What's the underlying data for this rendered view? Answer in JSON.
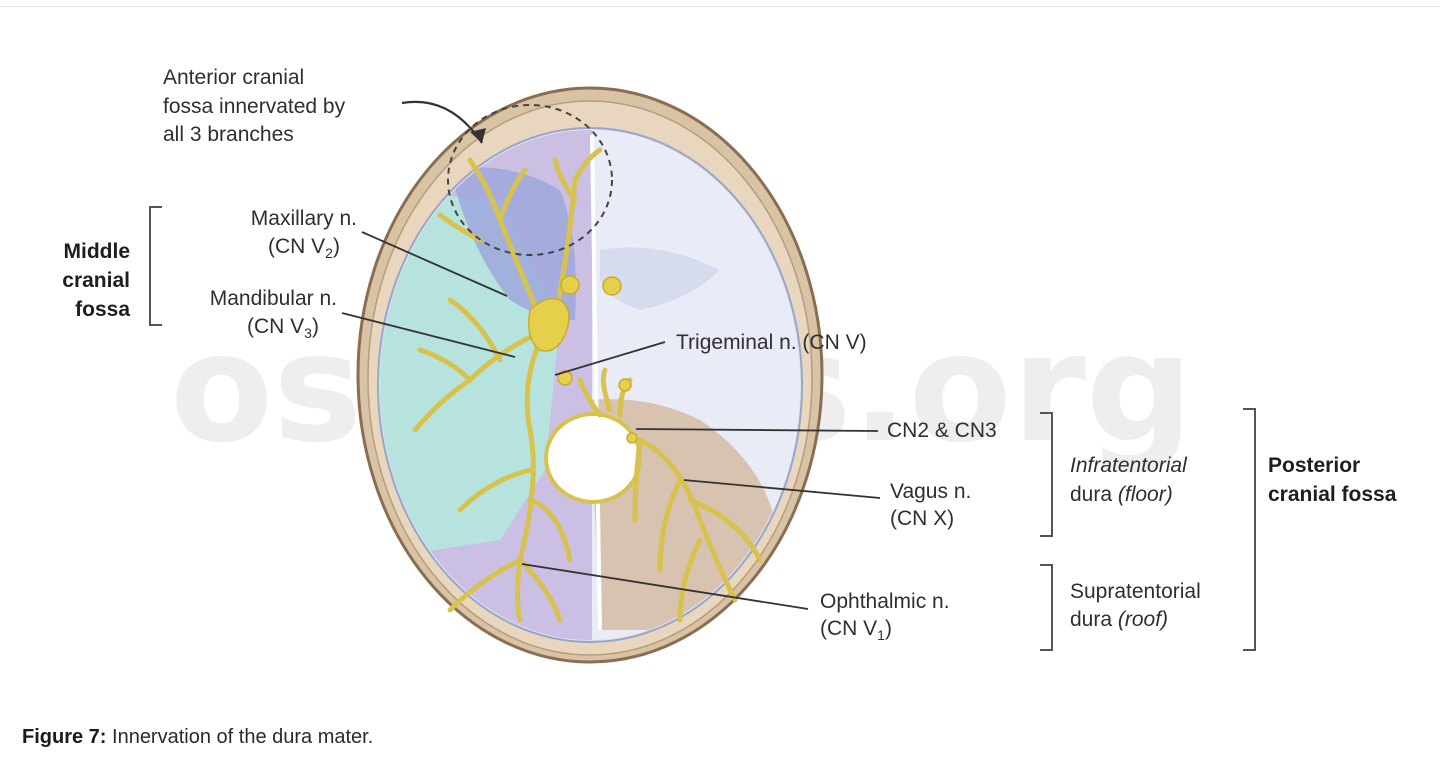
{
  "watermark": "osmosis.org",
  "labels": {
    "anterior_l1": "Anterior cranial",
    "anterior_l2": "fossa innervated by",
    "anterior_l3": "all 3 branches",
    "maxillary_l1": "Maxillary n.",
    "maxillary_l2": "(CN V",
    "maxillary_sub": "2",
    "mandibular_l1": "Mandibular n.",
    "mandibular_l2": "(CN V",
    "mandibular_sub": "3",
    "trigeminal": "Trigeminal n. (CN V)",
    "cn23": "CN2 & CN3",
    "vagus_l1": "Vagus n.",
    "vagus_l2": "(CN X)",
    "ophthalmic_l1": "Ophthalmic n.",
    "ophthalmic_l2": "(CN V",
    "ophthalmic_sub": "1",
    "close_paren": ")"
  },
  "groups": {
    "middle_l1": "Middle",
    "middle_l2": "cranial",
    "middle_l3": "fossa",
    "infra_l1": "Infratentorial",
    "infra_l2": "dura",
    "infra_l2b": "(floor)",
    "supra_l1": "Supratentorial",
    "supra_l2": "dura",
    "supra_l2b": "(roof)",
    "posterior_l1": "Posterior",
    "posterior_l2": "cranial fossa"
  },
  "caption": {
    "prefix": "Figure 7:",
    "text": " Innervation of the dura mater."
  },
  "colors": {
    "bone": "#d9c3a5",
    "purple": "#cbbfe3",
    "teal": "#b7e3df",
    "blue": "#9fa8dc",
    "tan": "#d8c2b0",
    "nerve": "#d8c24e"
  }
}
